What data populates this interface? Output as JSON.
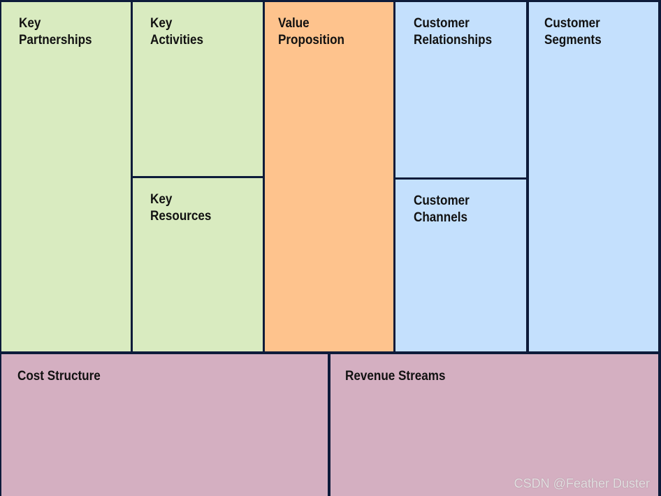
{
  "blocks": {
    "key_partnerships": {
      "line1": "Key",
      "line2": "Partnerships"
    },
    "key_activities": {
      "line1": "Key",
      "line2": "Activities"
    },
    "key_resources": {
      "line1": "Key",
      "line2": "Resources"
    },
    "value_proposition": {
      "line1": "Value",
      "line2": "Proposition"
    },
    "customer_relationships": {
      "line1": "Customer",
      "line2": "Relationships"
    },
    "customer_channels": {
      "line1": "Customer",
      "line2": "Channels"
    },
    "customer_segments": {
      "line1": "Customer",
      "line2": "Segments"
    },
    "cost_structure": {
      "line1": "Cost Structure"
    },
    "revenue_streams": {
      "line1": "Revenue Streams"
    }
  },
  "watermark": "CSDN @Feather Duster",
  "colors": {
    "border": "#0d1b3a",
    "green": "#d9ebc0",
    "orange": "#fec38d",
    "blue": "#c4e0fd",
    "mauve": "#d4afc1"
  }
}
